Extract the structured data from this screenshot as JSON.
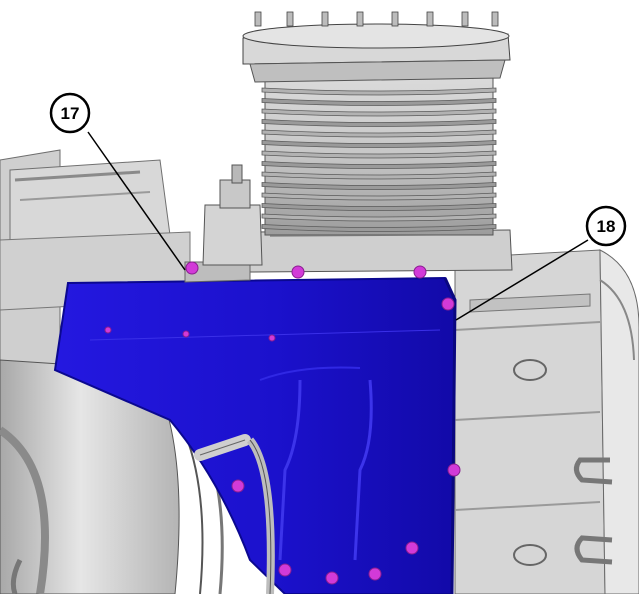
{
  "callouts": [
    {
      "id": "17",
      "label": "17"
    },
    {
      "id": "18",
      "label": "18"
    }
  ],
  "colors": {
    "highlight": "#1a10d6",
    "highlight_edge": "#0b0890",
    "fastener": "#d23ad8",
    "metal_light": "#e2e2e2",
    "metal_mid": "#c4c4c4",
    "metal_dark": "#8e8e8e",
    "outline": "#3a3a3a"
  },
  "icons": [
    "fastener-marker"
  ]
}
